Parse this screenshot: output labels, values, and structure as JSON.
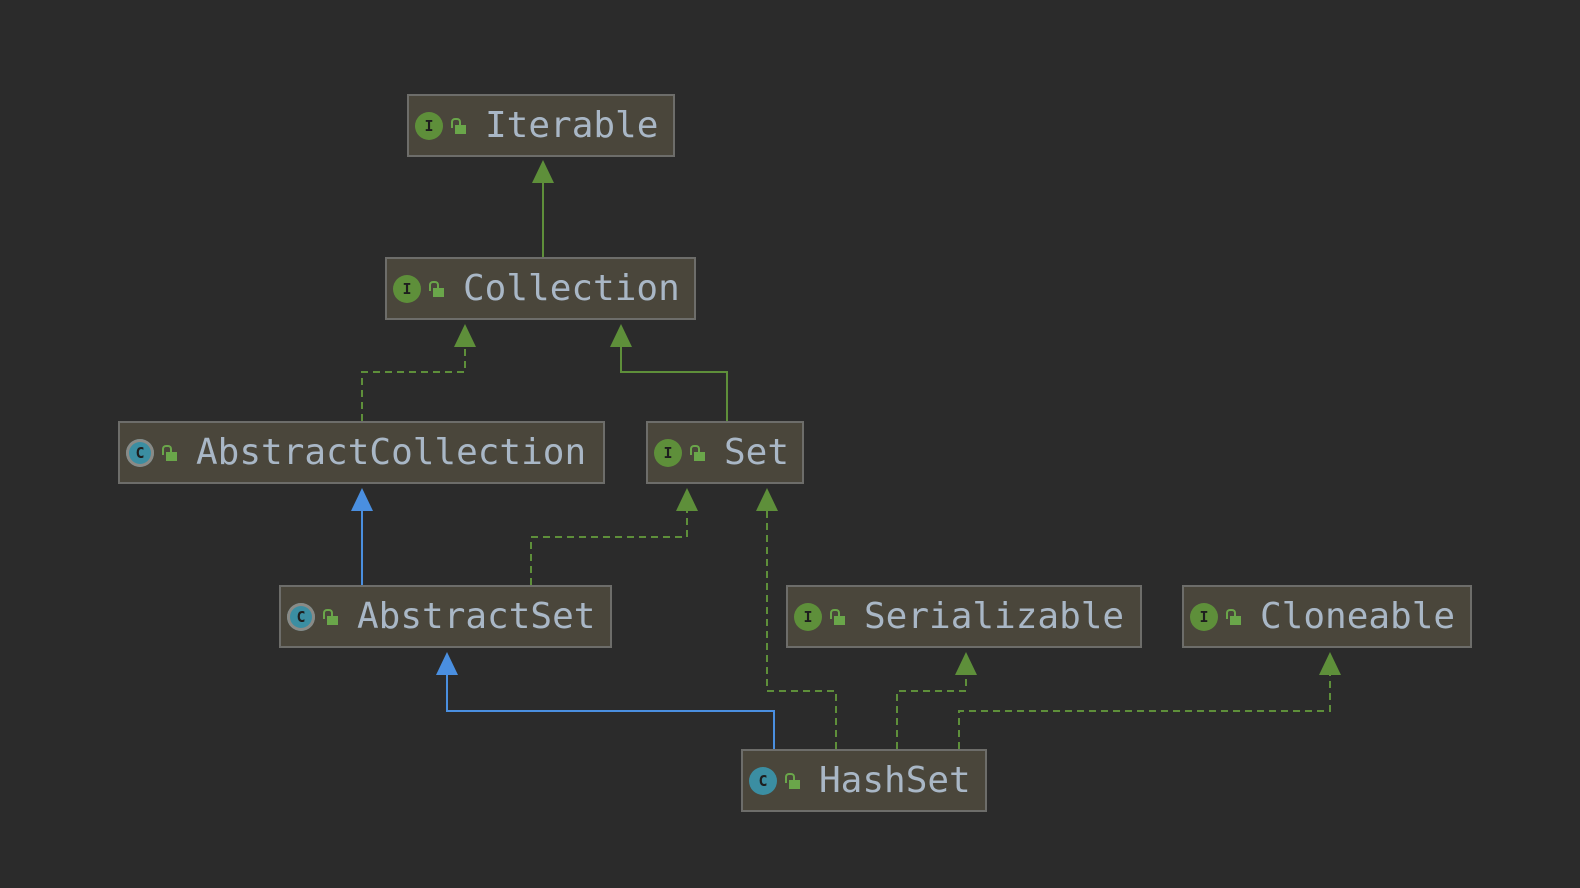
{
  "diagram": {
    "nodes": [
      {
        "id": "iterable",
        "label": "Iterable",
        "kind": "interface",
        "kind_letter": "I"
      },
      {
        "id": "collection",
        "label": "Collection",
        "kind": "interface",
        "kind_letter": "I"
      },
      {
        "id": "abstract_collection",
        "label": "AbstractCollection",
        "kind": "abstract-class",
        "kind_letter": "C"
      },
      {
        "id": "set",
        "label": "Set",
        "kind": "interface",
        "kind_letter": "I"
      },
      {
        "id": "abstract_set",
        "label": "AbstractSet",
        "kind": "abstract-class",
        "kind_letter": "C"
      },
      {
        "id": "serializable",
        "label": "Serializable",
        "kind": "interface",
        "kind_letter": "I"
      },
      {
        "id": "cloneable",
        "label": "Cloneable",
        "kind": "interface",
        "kind_letter": "I"
      },
      {
        "id": "hashset",
        "label": "HashSet",
        "kind": "class",
        "kind_letter": "C"
      }
    ],
    "edges": [
      {
        "from": "collection",
        "to": "iterable",
        "type": "extends-interface"
      },
      {
        "from": "abstract_collection",
        "to": "collection",
        "type": "implements"
      },
      {
        "from": "set",
        "to": "collection",
        "type": "extends-interface"
      },
      {
        "from": "abstract_set",
        "to": "abstract_collection",
        "type": "extends-class"
      },
      {
        "from": "abstract_set",
        "to": "set",
        "type": "implements"
      },
      {
        "from": "hashset",
        "to": "abstract_set",
        "type": "extends-class"
      },
      {
        "from": "hashset",
        "to": "set",
        "type": "implements"
      },
      {
        "from": "hashset",
        "to": "serializable",
        "type": "implements"
      },
      {
        "from": "hashset",
        "to": "cloneable",
        "type": "implements"
      }
    ],
    "icons": {
      "visibility": "unlocked-icon"
    },
    "colors": {
      "background": "#2b2b2b",
      "node_fill": "#4a463b",
      "node_border": "#6d6d6a",
      "label": "#a9b7c6",
      "interface_badge": "#5e8f3a",
      "class_badge": "#3b8ea2",
      "interface_edge": "#5e8f3a",
      "class_edge": "#4a8fe0"
    }
  }
}
